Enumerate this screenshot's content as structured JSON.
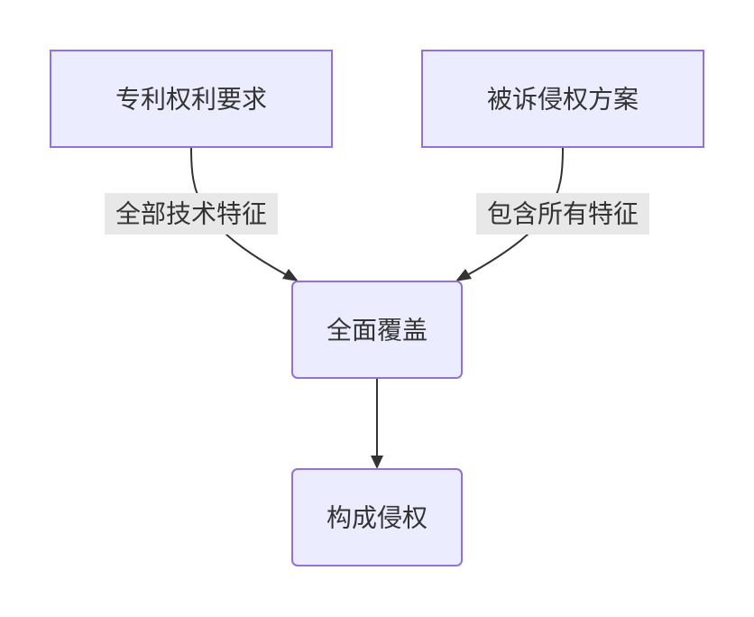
{
  "nodes": {
    "claims": "专利权利要求",
    "accused": "被诉侵权方案",
    "full_coverage": "全面覆盖",
    "infringement": "构成侵权"
  },
  "edges": {
    "claims_to_coverage": "全部技术特征",
    "accused_to_coverage": "包含所有特征"
  },
  "colors": {
    "node_fill": "#ececff",
    "node_stroke": "#9370db",
    "edge_stroke": "#333333",
    "label_bg": "#e8e8e8",
    "text": "#333333"
  }
}
